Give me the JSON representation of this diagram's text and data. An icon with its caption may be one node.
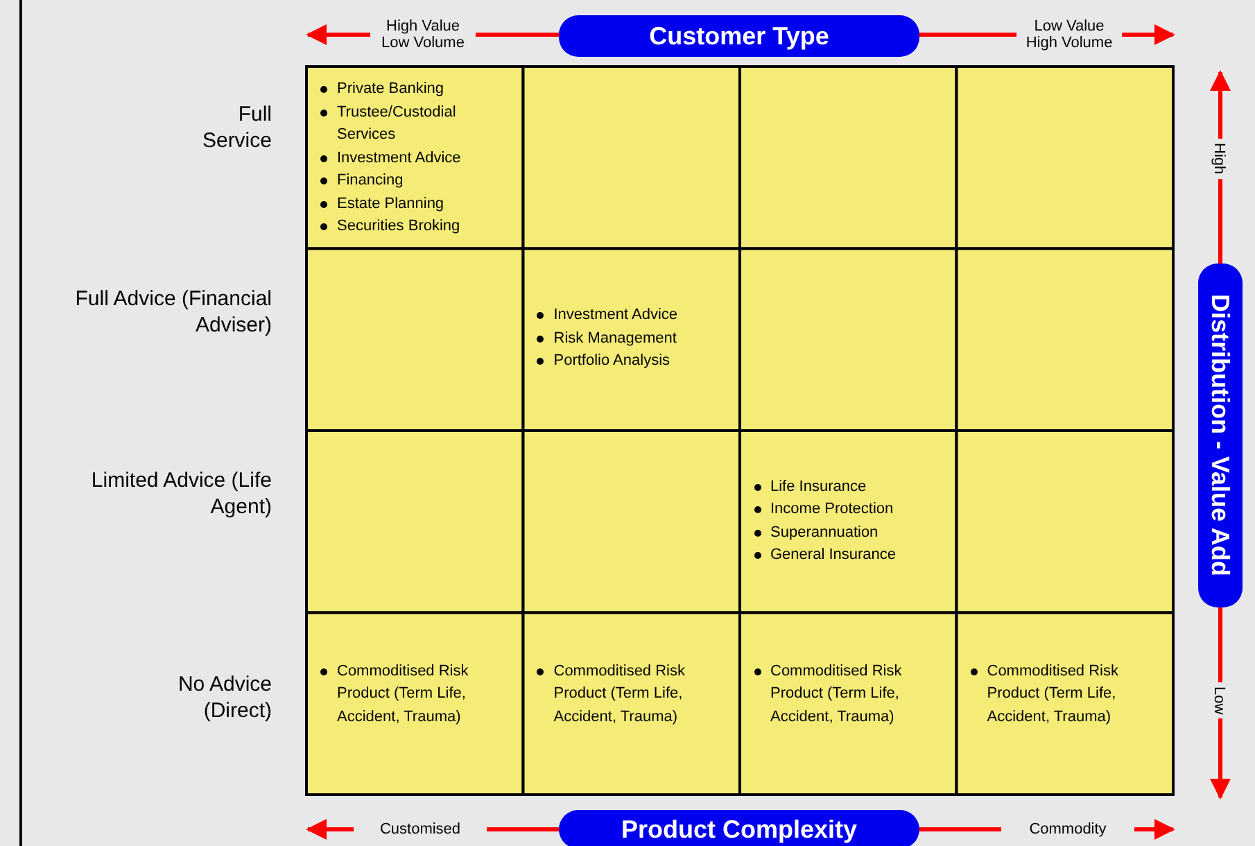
{
  "diagram": {
    "labels": [
      "High Value Low Volume",
      "Customer Type",
      "Low Value High Volume",
      "High",
      "Distribution - Value Add",
      "Low",
      "Full Service",
      "Private Banking",
      "Trustee/Custodial Services",
      "Investment Advice",
      "Financing",
      "Estate Planning",
      "Securities Broking",
      "Full Advice (Financial Adviser)",
      "Investment Advice",
      "Risk Management",
      "Portfolio Analysis",
      "Limited Advice (Life Agent)",
      "Life Insurance",
      "Income Protection",
      "Superannuation",
      "General Insurance",
      "No Advice (Direct)",
      "Commoditised Risk Product (Term Life, Accident, Trauma)",
      "Commoditised Risk Product (Term Life, Accident, Trauma)",
      "Commoditised Risk Product (Term Life, Accident, Trauma)",
      "Commoditised Risk Product (Term Life, Accident, Trauma)",
      "Customised",
      "Product Complexity",
      "Commodity"
    ]
  }
}
